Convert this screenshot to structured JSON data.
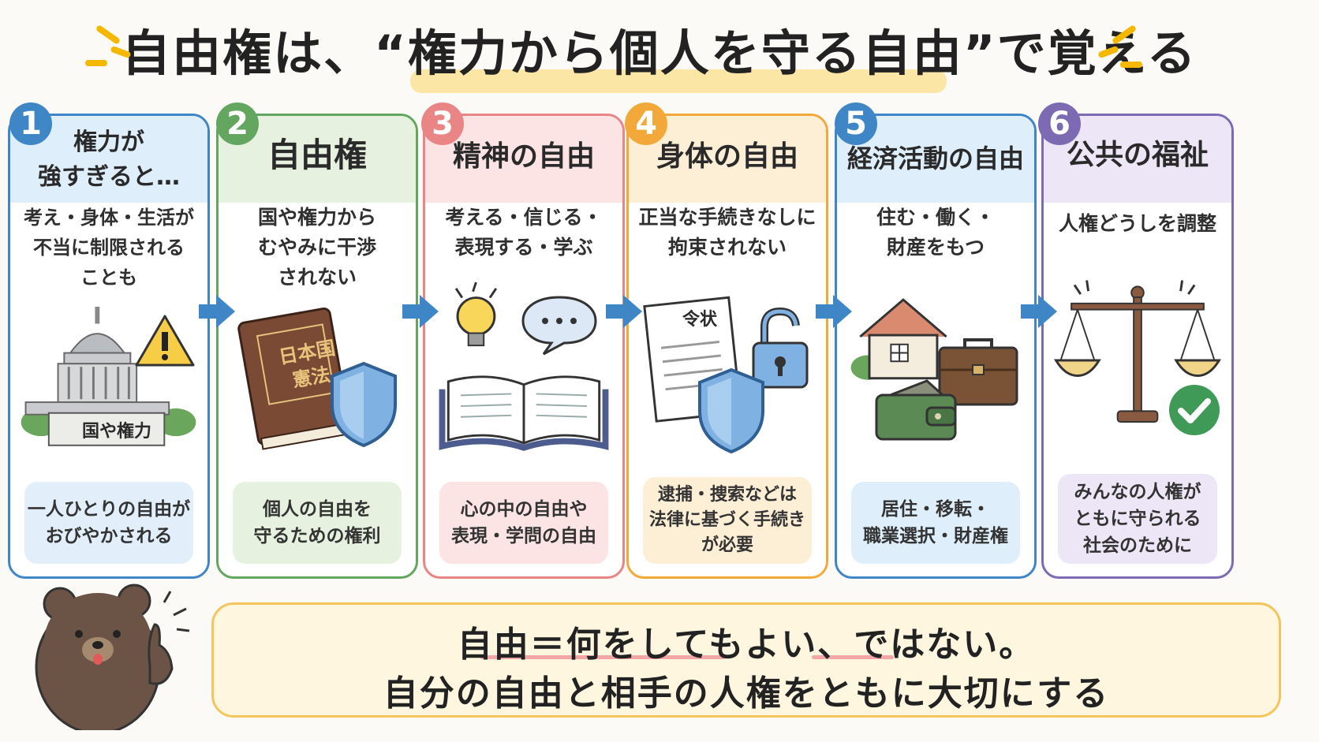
{
  "title": "自由権は、“権力から個人を守る自由”で覚える",
  "cards": [
    {
      "num": "1",
      "title": "権力が\n強すぎると…",
      "desc": "考え・身体・生活が\n不当に制限される\nことも",
      "illus_label": "国や権力",
      "foot": "一人ひとりの自由が\nおびやかされる",
      "accent": "#3f86c6"
    },
    {
      "num": "2",
      "title": "自由権",
      "desc": "国や権力から\nむやみに干渉\nされない",
      "illus_label": "日本国\n憲法",
      "foot": "個人の自由を\n守るための権利",
      "accent": "#63a660"
    },
    {
      "num": "3",
      "title": "精神の自由",
      "desc": "考える・信じる・\n表現する・学ぶ",
      "foot": "心の中の自由や\n表現・学問の自由",
      "accent": "#e98585"
    },
    {
      "num": "4",
      "title": "身体の自由",
      "desc": "正当な手続きなしに\n拘束されない",
      "illus_label": "令状",
      "foot": "逮捕・捜索などは\n法律に基づく手続き\nが必要",
      "accent": "#f3a93a"
    },
    {
      "num": "5",
      "title": "経済活動の自由",
      "desc": "住む・働く・\n財産をもつ",
      "foot": "居住・移転・\n職業選択・財産権",
      "accent": "#3f86c6"
    },
    {
      "num": "6",
      "title": "公共の福祉",
      "desc": "人権どうしを調整",
      "foot": "みんなの人権が\nともに守られる\n社会のために",
      "accent": "#7c6bb3"
    }
  ],
  "message": {
    "line1": "自由＝何をしてもよい、ではない。",
    "line2": "自分の自由と相手の人権をともに大切にする"
  },
  "icons": [
    "sparkle-icon",
    "warning-icon",
    "capitol-building-icon",
    "constitution-book-icon",
    "shield-icon",
    "lightbulb-icon",
    "speech-bubble-icon",
    "open-book-icon",
    "warrant-document-icon",
    "unlocked-padlock-icon",
    "house-icon",
    "briefcase-icon",
    "wallet-icon",
    "balance-scale-icon",
    "checkmark-icon",
    "bear-mascot-icon",
    "arrow-right-icon"
  ]
}
